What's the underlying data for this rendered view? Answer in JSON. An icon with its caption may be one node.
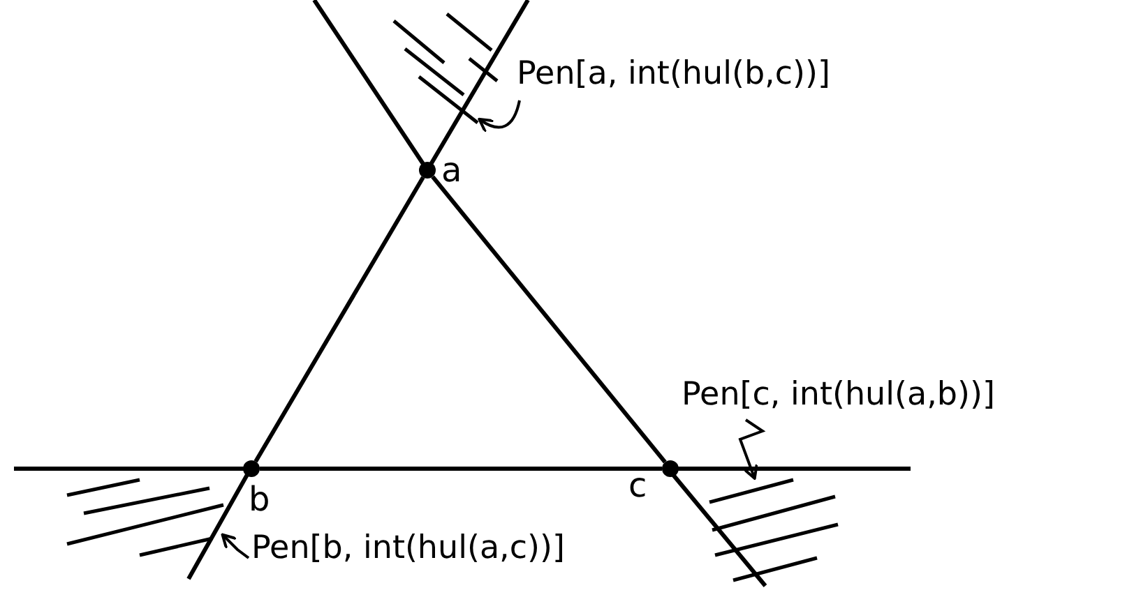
{
  "diagram": {
    "nodes": [
      {
        "text": [],
        "shape": "circle",
        "beside": [
          "a"
        ]
      },
      {
        "text": [],
        "shape": "circle",
        "beside": [
          "b"
        ]
      },
      {
        "text": [],
        "shape": "circle",
        "beside": [
          "c"
        ]
      },
      {
        "text": [
          "Pen[a, int(hul(b,c))]"
        ]
      },
      {
        "text": [
          "Pen[c, int(hul(a,b))]"
        ]
      },
      {
        "text": [
          "Pen[b, int(hul(a,c))]"
        ]
      },
      {
        "text": [],
        "shape": "picture"
      },
      {
        "text": [],
        "shape": "picture"
      },
      {
        "text": [],
        "shape": "picture"
      }
    ],
    "edges": [
      {
        "from": 0,
        "to": 1,
        "arrow": "none"
      },
      {
        "from": 1,
        "to": 2,
        "arrow": "none"
      },
      {
        "from": 0,
        "to": 2,
        "arrow": "none"
      },
      {
        "from": 3,
        "to": 6,
        "arrow": "to"
      },
      {
        "from": 4,
        "to": 8,
        "arrow": "to"
      },
      {
        "from": 5,
        "to": 7,
        "arrow": "to"
      }
    ]
  }
}
